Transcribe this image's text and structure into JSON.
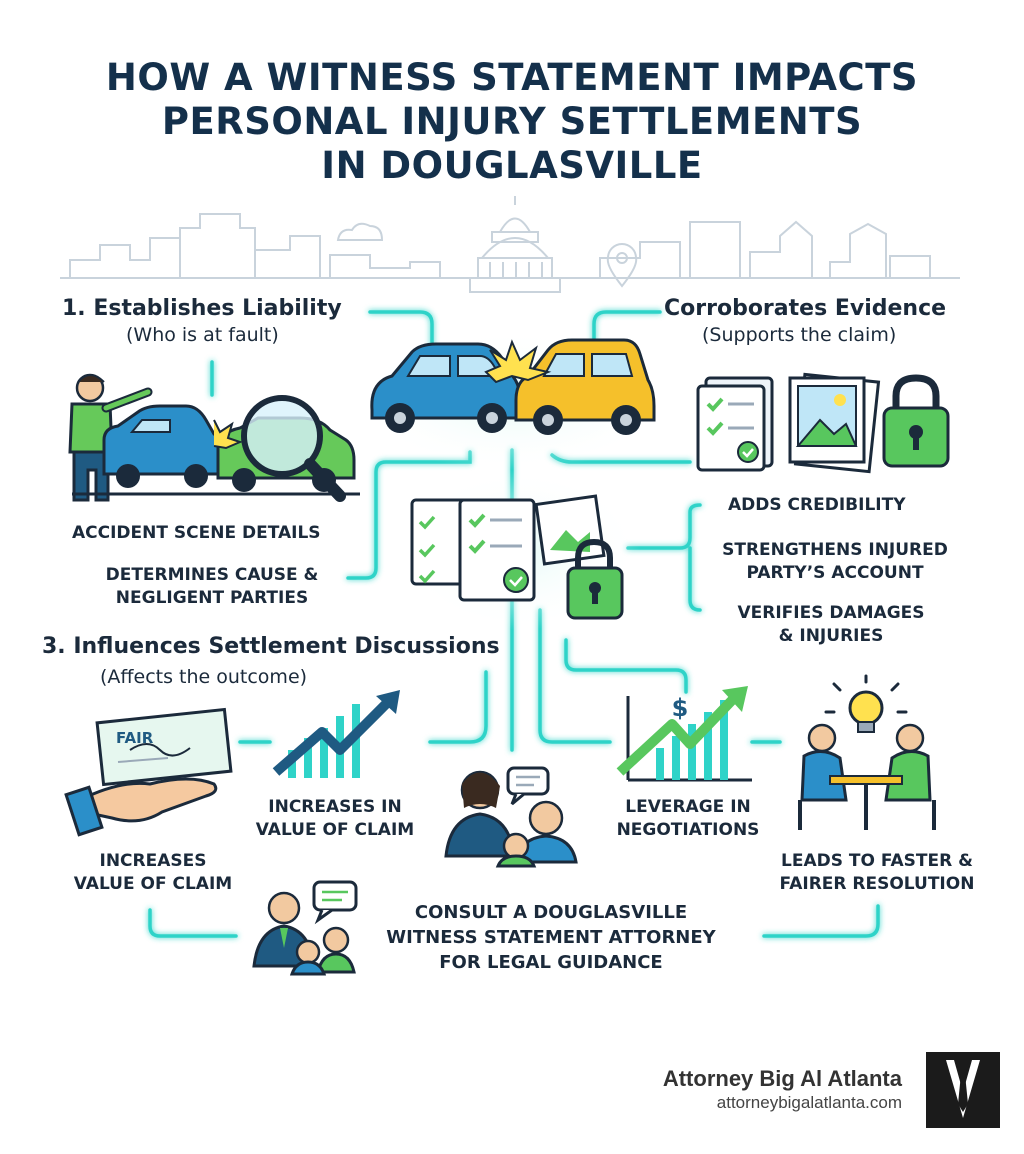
{
  "title": {
    "line1": "HOW A WITNESS STATEMENT IMPACTS",
    "line2": "PERSONAL INJURY SETTLEMENTS",
    "line3": "IN DOUGLASVILLE"
  },
  "sections": {
    "liability": {
      "heading": "1. Establishes Liability",
      "subheading": "(Who is at fault)",
      "items": [
        "ACCIDENT SCENE DETAILS",
        "DETERMINES CAUSE &",
        "NEGLIGENT PARTIES"
      ]
    },
    "evidence": {
      "heading": "Corroborates Evidence",
      "subheading": "(Supports the claim)",
      "items": [
        "ADDS CREDIBILITY",
        "STRENGTHENS INJURED",
        "PARTY’S ACCOUNT",
        "VERIFIES DAMAGES",
        "& INJURIES"
      ]
    },
    "settlement": {
      "heading": "3. Influences Settlement Discussions",
      "subheading": "(Affects the outcome)",
      "items": [
        "INCREASES IN",
        "VALUE OF CLAIM",
        "INCREASES",
        "VALUE OF CLAIM",
        "LEVERAGE IN",
        "NEGOTIATIONS",
        "LEADS TO FASTER &",
        "FAIRER RESOLUTION"
      ]
    }
  },
  "check_text": "FAIR",
  "consult": {
    "line1": "CONSULT A DOUGLASVILLE",
    "line2": "WITNESS STATEMENT ATTORNEY",
    "line3": "FOR LEGAL GUIDANCE"
  },
  "brand": {
    "name": "Attorney Big Al Atlanta",
    "url": "attorneybigalatlanta.com"
  },
  "colors": {
    "title": "#14304b",
    "connector": "#2fd3c8",
    "connector_green": "#5ed36b",
    "car_blue": "#2b8fc9",
    "car_yellow": "#f5c02b",
    "skyline": "#c9d3dc",
    "green_accent": "#58c75e"
  },
  "icons": [
    "skyline-icon",
    "capitol-icon",
    "location-pin-icon",
    "cloud-icon",
    "car-collision-icon",
    "witness-person-icon",
    "magnifying-glass-icon",
    "document-checklist-icon",
    "photo-icon",
    "padlock-icon",
    "check-icon",
    "hand-check-icon",
    "growth-chart-icon",
    "dollar-icon",
    "lightbulb-icon",
    "meeting-icon",
    "attorney-client-icon",
    "chat-bubble-icon",
    "tuxedo-logo-icon"
  ]
}
